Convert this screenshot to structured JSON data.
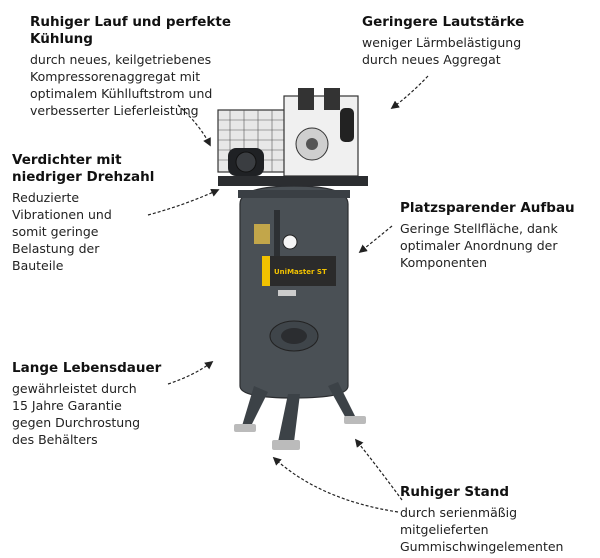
{
  "callouts": {
    "cooling": {
      "title": [
        "Ruhiger Lauf und perfekte",
        "Kühlung"
      ],
      "desc": [
        "durch neues, keilgetriebenes",
        "Kompressorenaggregat mit",
        "optimalem Kühlluftstrom und",
        "verbesserter Lieferleistung"
      ]
    },
    "noise": {
      "title": [
        "Geringere Lautstärke"
      ],
      "desc": [
        "weniger Lärmbelästigung",
        "durch neues Aggregat"
      ]
    },
    "speed": {
      "title": [
        "Verdichter mit",
        "niedriger Drehzahl"
      ],
      "desc": [
        "Reduzierte",
        "Vibrationen und",
        "somit geringe",
        "Belastung der",
        "Bauteile"
      ]
    },
    "space": {
      "title": [
        "Platzsparender Aufbau"
      ],
      "desc": [
        "Geringe Stellfläche, dank",
        "optimaler Anordnung der",
        "Komponenten"
      ]
    },
    "life": {
      "title": [
        "Lange Lebensdauer"
      ],
      "desc": [
        "gewährleistet durch",
        "15 Jahre Garantie",
        "gegen Durchrostung",
        "des Behälters"
      ]
    },
    "stand": {
      "title": [
        "Ruhiger Stand"
      ],
      "desc": [
        "durch serienmäßig",
        "mitgelieferten",
        "Gummischwingelementen"
      ]
    }
  },
  "product": {
    "brand_label": "UniMaster ST"
  },
  "colors": {
    "tank": "#4a5055",
    "frame": "#2b2d30",
    "label_yellow": "#f2c200"
  }
}
